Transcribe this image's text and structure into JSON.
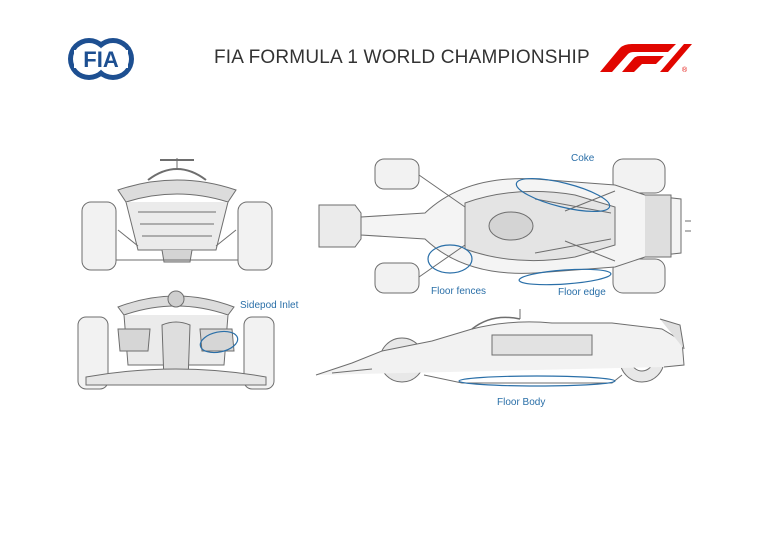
{
  "header": {
    "title": "FIA FORMULA 1 WORLD CHAMPIONSHIP",
    "fia_logo_text": "FIA",
    "f1_logo_mark": "F1",
    "f1_registered": "®"
  },
  "callouts": {
    "coke": "Coke",
    "floor_fences": "Floor fences",
    "floor_edge": "Floor edge",
    "sidepod_inlet": "Sidepod Inlet",
    "floor_body": "Floor Body"
  },
  "colors": {
    "callout": "#2a6fa8",
    "fia_blue": "#1d4f91",
    "f1_red": "#e10600",
    "line": "#6e6e6e"
  },
  "icons": [
    "fia-logo",
    "f1-logo"
  ]
}
